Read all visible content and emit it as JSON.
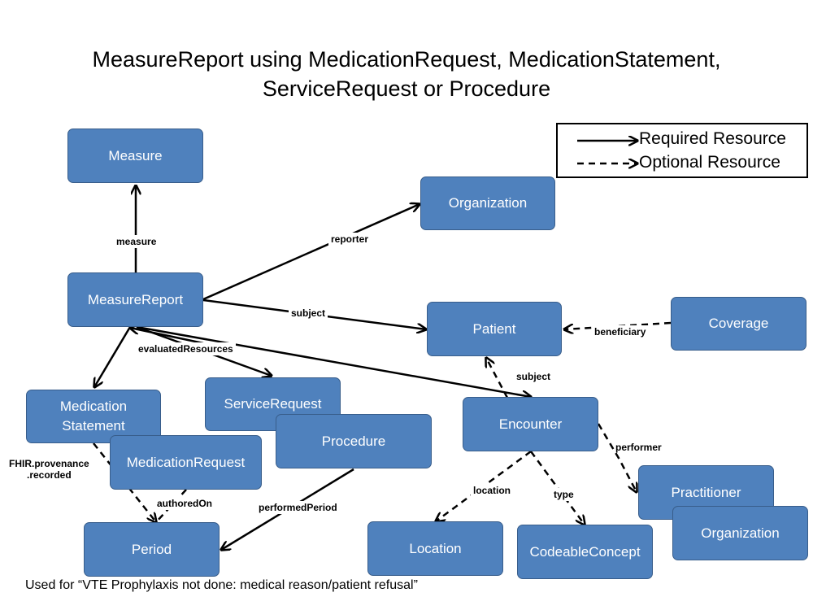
{
  "title": {
    "line1": "MeasureReport using MedicationRequest, MedicationStatement,",
    "line2": "ServiceRequest or Procedure"
  },
  "legend": {
    "required": "Required Resource",
    "optional": "Optional Resource"
  },
  "nodes": {
    "measure": "Measure",
    "organization": "Organization",
    "measurereport": "MeasureReport",
    "patient": "Patient",
    "coverage": "Coverage",
    "medstatement_l1": "Medication",
    "medstatement_l2": "Statement",
    "servicerequest": "ServiceRequest",
    "procedure": "Procedure",
    "encounter": "Encounter",
    "medicationrequest": "MedicationRequest",
    "practitioner": "Practitioner",
    "organization2": "Organization",
    "period": "Period",
    "location": "Location",
    "codeableconcept": "CodeableConcept"
  },
  "edge_labels": {
    "measure": "measure",
    "reporter": "reporter",
    "subject": "subject",
    "beneficiary": "beneficiary",
    "evaluatedResources": "evaluatedResources",
    "subject2": "subject",
    "performer": "performer",
    "provenance_l1": "FHIR.provenance",
    "provenance_l2": ".recorded",
    "authoredOn": "authoredOn",
    "performedPeriod": "performedPeriod",
    "location": "location",
    "type": "type"
  },
  "footnote": "Used for “VTE Prophylaxis not done: medical reason/patient refusal”"
}
